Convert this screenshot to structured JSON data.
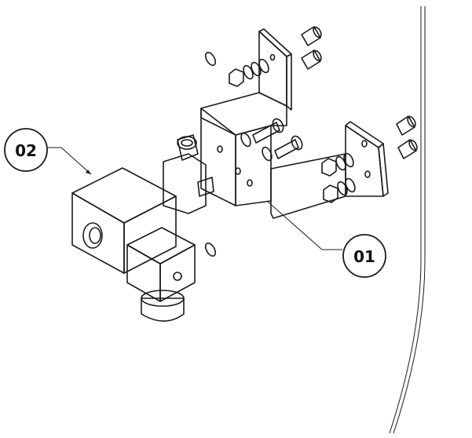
{
  "callouts": [
    {
      "label": "01",
      "ref": "bracket-assembly"
    },
    {
      "label": "02",
      "ref": "solenoid-valve"
    }
  ],
  "colors": {
    "ink": "#1a1a1a",
    "bracket_face": "#e6e6e6",
    "bracket_side": "#cfcfcf",
    "coil_top": "#9a9a9a",
    "coil_front": "#6b6b6b",
    "coil_side": "#808080",
    "valve_body": "#a8a8a8",
    "fastener": "#d8d8d8"
  }
}
